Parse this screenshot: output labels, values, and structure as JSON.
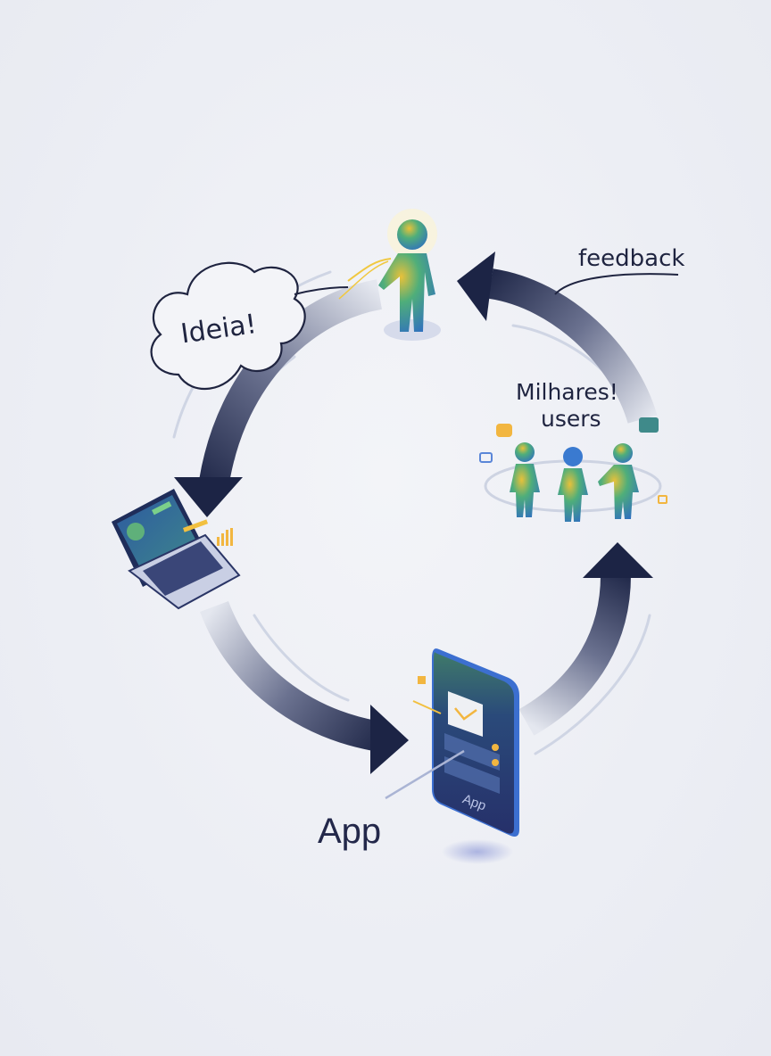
{
  "labels": {
    "idea": "Ideia!",
    "feedback": "feedback",
    "users_line1": "Milhares!",
    "users_line2": "users",
    "app": "App",
    "phone_screen": "App"
  },
  "colors": {
    "arrow_dark": "#1c2445",
    "arrow_light": "#dfe3ee",
    "figure_blue": "#2f6fc0",
    "figure_green": "#4fae7a",
    "figure_yellow": "#e8c13a",
    "phone_body": "#2a3a78",
    "background": "#eceef4"
  }
}
